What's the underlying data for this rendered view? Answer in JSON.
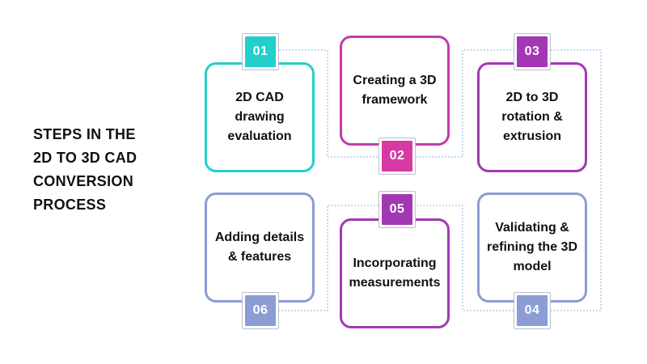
{
  "title_lines": [
    "STEPS IN THE",
    "2D TO 3D CAD",
    "CONVERSION",
    "PROCESS"
  ],
  "colors": {
    "teal": "#22cfca",
    "magenta": "#c23bab",
    "pink": "#d63aa4",
    "purple": "#a338b4",
    "periwinkle": "#8c9cd4",
    "connector": "#8fb3e0"
  },
  "steps": [
    {
      "number": "01",
      "text": "2D CAD drawing evaluation",
      "color": "#22cfca",
      "badge_color": "#22cfca"
    },
    {
      "number": "02",
      "text": "Creating a 3D framework",
      "color": "#c23bab",
      "badge_color": "#d63aa4"
    },
    {
      "number": "03",
      "text": "2D to 3D rotation & extrusion",
      "color": "#a338b4",
      "badge_color": "#a338b4"
    },
    {
      "number": "04",
      "text": "Validating & refining the 3D model",
      "color": "#8c9cd4",
      "badge_color": "#8c9cd4"
    },
    {
      "number": "05",
      "text": "Incorporating measurements",
      "color": "#a338b4",
      "badge_color": "#a338b4"
    },
    {
      "number": "06",
      "text": "Adding details & features",
      "color": "#8c9cd4",
      "badge_color": "#8c9cd4"
    }
  ]
}
